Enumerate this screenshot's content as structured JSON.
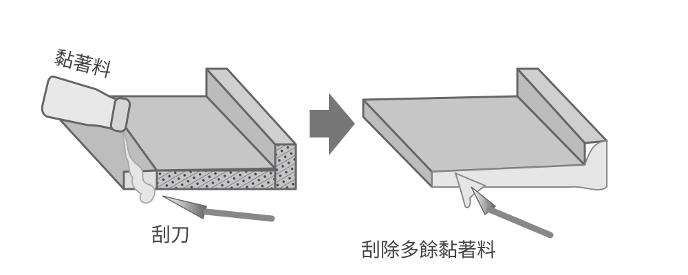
{
  "labels": {
    "adhesive": "黏著料",
    "scraper": "刮刀",
    "remove_excess": "刮除多餘黏著料"
  },
  "colors": {
    "surface": "#c8c8c8",
    "outline": "#666666",
    "arrow": "#777777",
    "glue": "#e6e6e6"
  }
}
